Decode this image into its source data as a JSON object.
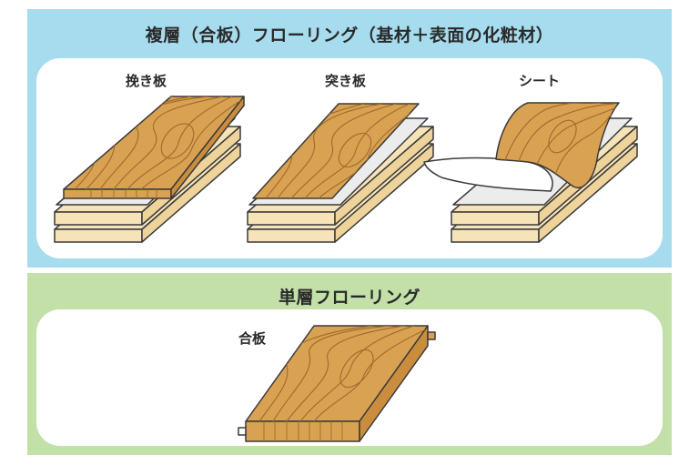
{
  "sections": [
    {
      "title": "複層（合板）フローリング（基材＋表面の化粧材）",
      "items": [
        {
          "label": "挽き板"
        },
        {
          "label": "突き板"
        },
        {
          "label": "シート"
        }
      ]
    },
    {
      "title": "単層フローリング",
      "items": [
        {
          "label": "合板"
        }
      ]
    }
  ],
  "colors": {
    "top_panel": "#a7dcee",
    "bottom_panel": "#c3e0a9",
    "wood": "#d9a253",
    "wood_grain": "#a26d2d",
    "base_layer": "#f6e3b8",
    "sheet_layer": "#e8e8e8",
    "outline": "#3a3a3a"
  }
}
